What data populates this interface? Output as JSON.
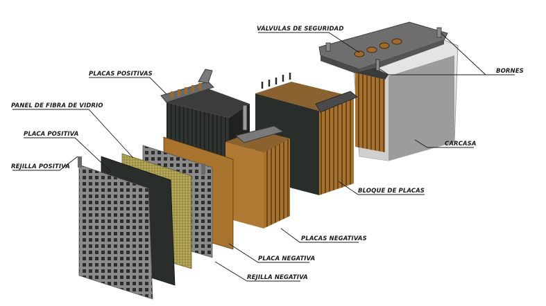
{
  "labels": {
    "valvulas": "VÁLVULAS DE SEGURIDAD",
    "placas_positivas": "PLACAS POSITIVAS",
    "panel_fibra": "PANEL DE FIBRA DE VIDRIO",
    "placa_positiva": "PLACA POSITIVA",
    "rejilla_positiva": "REJILLA POSITIVA",
    "bornes": "BORNES",
    "carcasa": "CARCASA",
    "bloque_placas": "BLOQUE DE PLACAS",
    "placas_negativas": "PLACAS NEGATIVAS",
    "placa_negativa": "PLACA NEGATIVA",
    "rejilla_negativa": "REJILLA NEGATIVA"
  },
  "colors": {
    "dark_plate": "#2b2f2c",
    "brown_plate": "#9a6a2c",
    "fiberglass": "#a79a4c",
    "grid_grey": "#7e7e7e",
    "casing": "#e2e2e2",
    "lid": "#6a6a6a",
    "label": "#1a1a1a"
  }
}
